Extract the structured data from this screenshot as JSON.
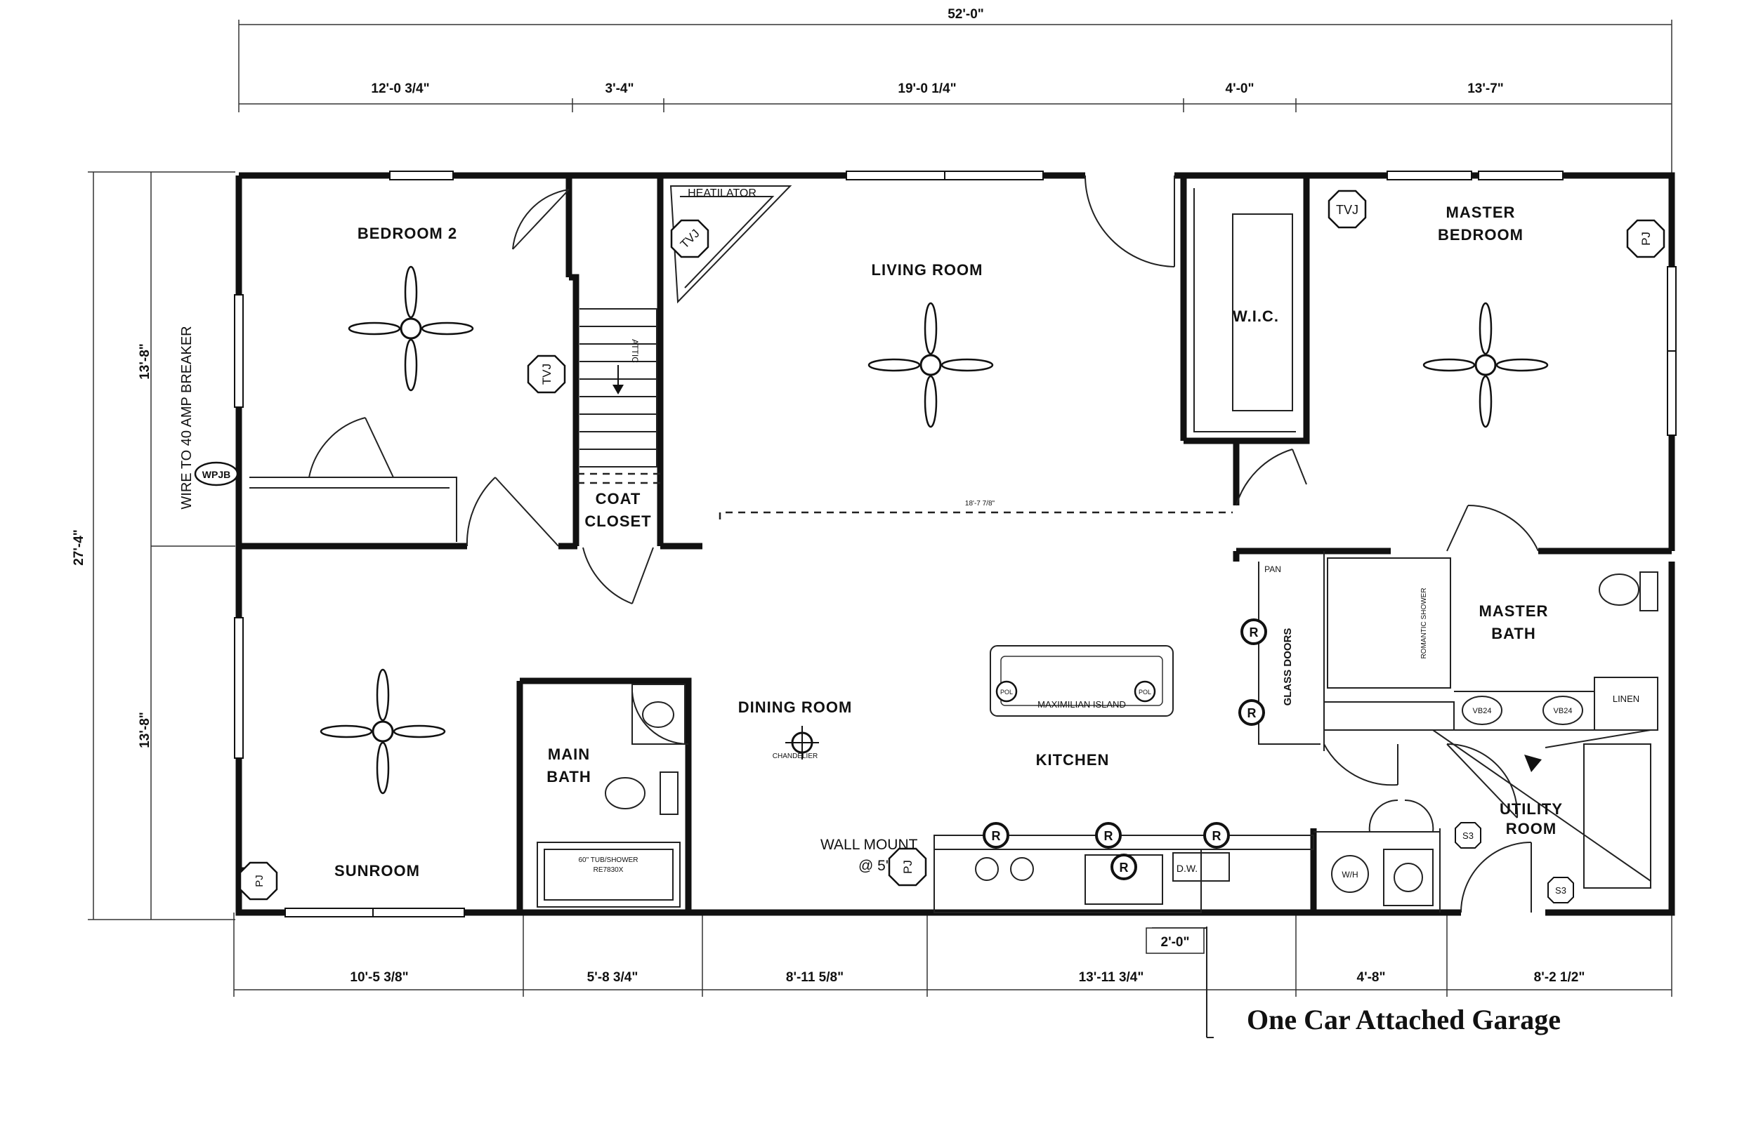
{
  "dimensions": {
    "overall_width": "52'-0\"",
    "overall_depth": "27'-4\"",
    "top": [
      "12'-0 3/4\"",
      "3'-4\"",
      "19'-0 1/4\"",
      "4'-0\"",
      "13'-7\""
    ],
    "bottom": [
      "10'-5 3/8\"",
      "5'-8 3/4\"",
      "8'-11 5/8\"",
      "13'-11 3/4\"",
      "4'-8\"",
      "8'-2 1/2\""
    ],
    "left_upper": "13'-8\"",
    "left_lower": "13'-8\"",
    "interior_span": "18'-7 7/8\"",
    "garage_offset": "2'-0\""
  },
  "rooms": {
    "bedroom2": "BEDROOM 2",
    "living": "LIVING ROOM",
    "master_bedroom_line1": "MASTER",
    "master_bedroom_line2": "BEDROOM",
    "wic": "W.I.C.",
    "coat_line1": "COAT",
    "coat_line2": "CLOSET",
    "dining": "DINING ROOM",
    "kitchen": "KITCHEN",
    "main_bath_line1": "MAIN",
    "main_bath_line2": "BATH",
    "master_bath_line1": "MASTER",
    "master_bath_line2": "BATH",
    "utility_line1": "UTILITY",
    "utility_line2": "ROOM",
    "sunroom": "SUNROOM"
  },
  "labels": {
    "heatilator": "HEATILATOR",
    "attic": "ATTIC",
    "wire_breaker": "WIRE TO 40 AMP BREAKER",
    "wpjb": "WPJB",
    "chandelier": "CHANDELIER",
    "island": "MAXIMILIAN ISLAND",
    "wall_mount_line1": "WALL MOUNT",
    "wall_mount_line2": "@ 5'",
    "glass_doors": "GLASS DOORS",
    "pan": "PAN",
    "linen": "LINEN",
    "dw": "D.W.",
    "wh": "W/H",
    "tub": "60\" TUB/SHOWER",
    "tub2": "RE7830X",
    "shower": "ROMANTIC SHOWER",
    "vb24a": "VB24",
    "vb24b": "VB24",
    "pol": "POL",
    "tvj": "TVJ",
    "pj": "PJ",
    "s3": "S3",
    "r": "R",
    "garage": "One Car Attached Garage"
  }
}
